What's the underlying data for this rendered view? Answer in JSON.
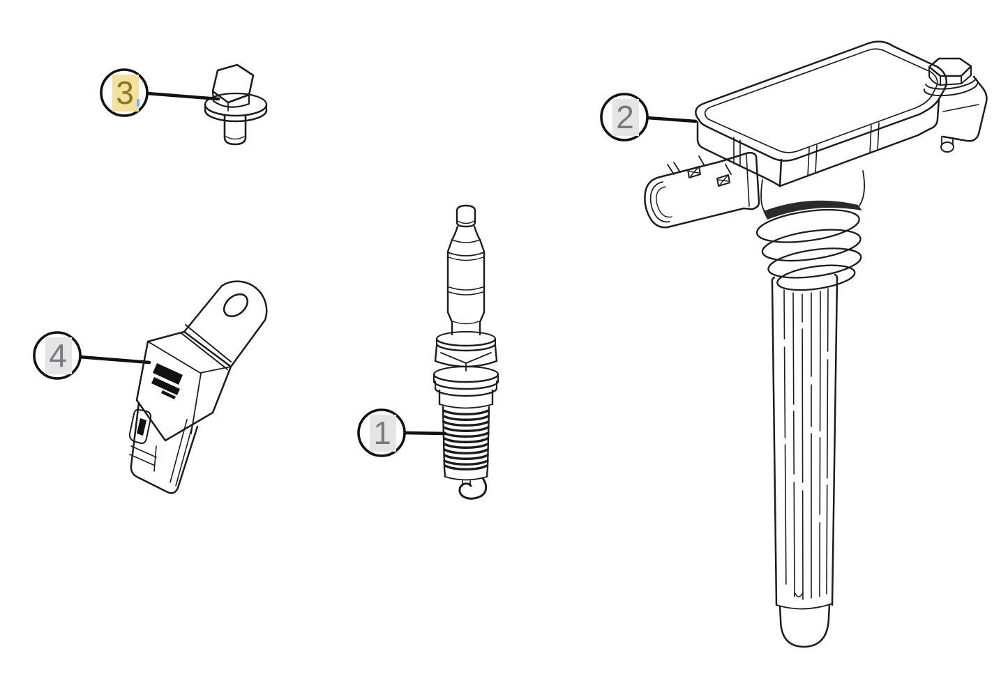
{
  "diagram": {
    "kind": "parts-callout-diagram",
    "background": "#ffffff"
  },
  "colors": {
    "line": "#1c1c1c",
    "leader": "#111111",
    "callout_fill": "#ffffff",
    "callout_stroke": "#111111",
    "highlight_selected": "#f3e29e",
    "highlight_default": "#e5e5e5",
    "number_selected": "#8a7426",
    "number_default": "#77797f",
    "text_cursor": "#7fb3e8",
    "logo_fill": "#111111",
    "collar_fill": "#2b2b2b"
  },
  "callouts": [
    {
      "number": "1",
      "part": "spark-plug",
      "selected": false
    },
    {
      "number": "2",
      "part": "ignition-coil",
      "selected": false
    },
    {
      "number": "3",
      "part": "flange-bolt",
      "selected": true
    },
    {
      "number": "4",
      "part": "sensor",
      "selected": false
    }
  ]
}
